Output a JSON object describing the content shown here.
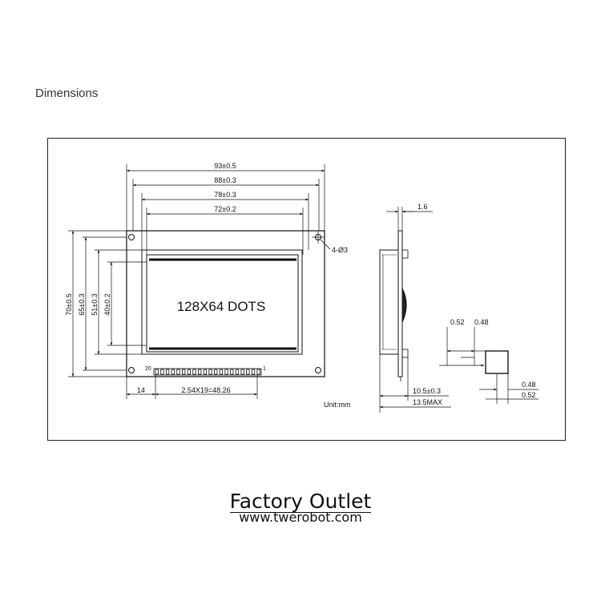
{
  "heading": "Dimensions",
  "drawing": {
    "dims_top": [
      "93±0.5",
      "88±0.3",
      "78±0.3",
      "72±0.2"
    ],
    "dims_left": [
      "70±0.5",
      "65±0.3",
      "51±0.3",
      "40±0.2"
    ],
    "display_text": "128X64 DOTS",
    "hole_label": "4-Ø3",
    "pin_first": "20",
    "pin_last": "1",
    "dim_pin_offset": "14",
    "dim_pin_pitch": "2.54X19=48.26",
    "unit": "Unit:mm",
    "side_thickness": "1.6",
    "side_depth": "10.5±0.3",
    "side_max": "13.5MAX",
    "pin_dim_052_top": "0.52",
    "pin_dim_048_top": "0.48",
    "pin_dim_048_right": "0.48",
    "pin_dim_052_right": "0.52"
  },
  "footer": {
    "title": "Factory Outlet",
    "url": "www.twerobot.com"
  }
}
